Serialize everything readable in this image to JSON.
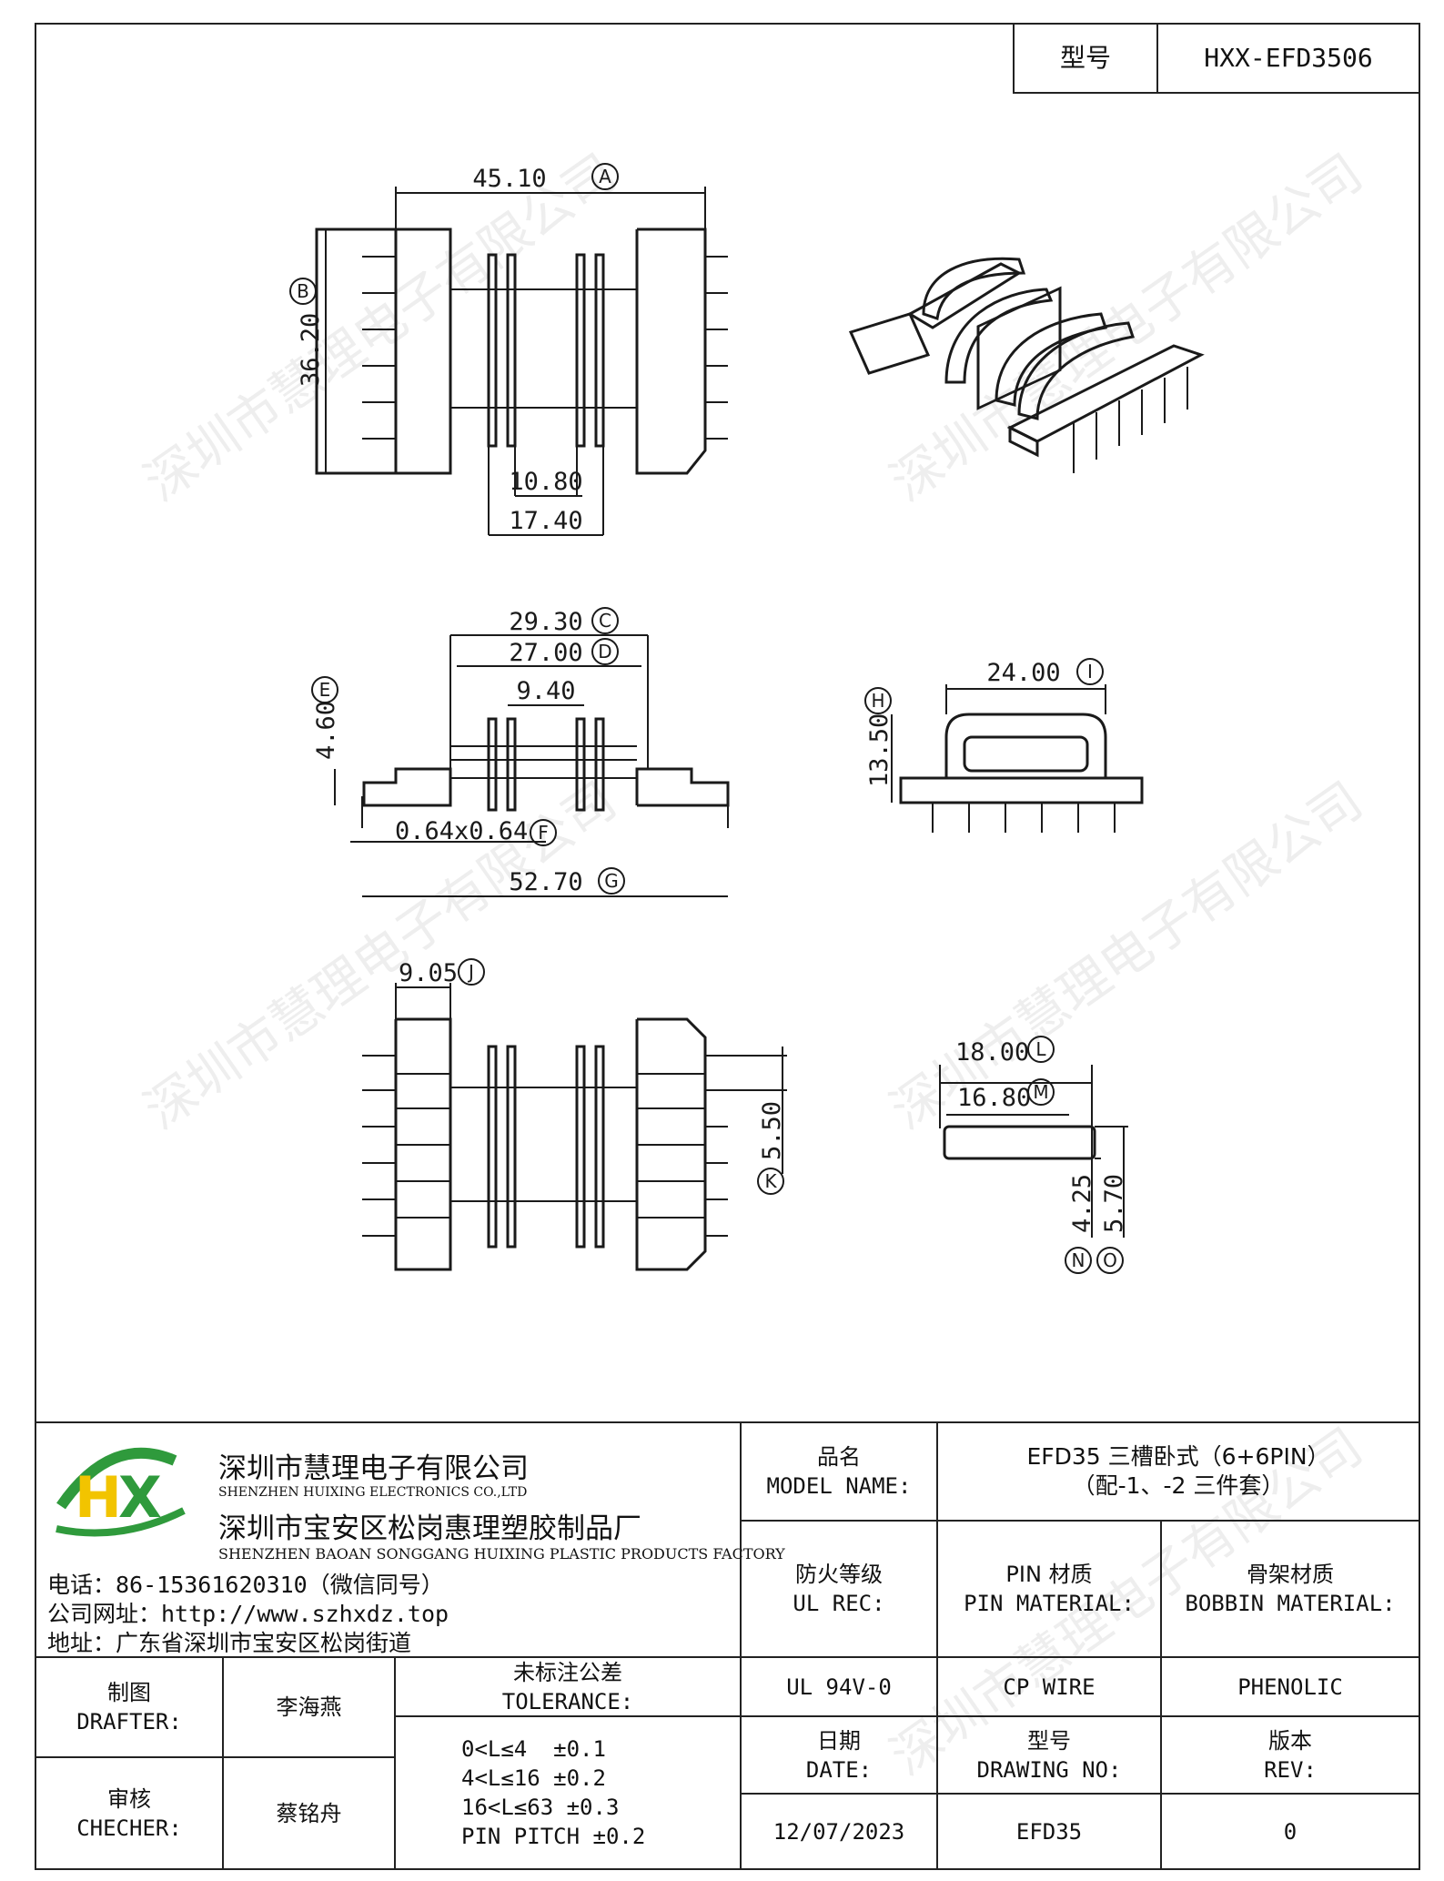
{
  "header": {
    "model_label": "型号",
    "model_value": "HXX-EFD3506"
  },
  "dimensions": {
    "A": {
      "value": "45.10",
      "letter": "A"
    },
    "B": {
      "value": "36.20",
      "letter": "B"
    },
    "w1": {
      "value": "10.80"
    },
    "w2": {
      "value": "17.40"
    },
    "C": {
      "value": "29.30",
      "letter": "C"
    },
    "D": {
      "value": "27.00",
      "letter": "D"
    },
    "w3": {
      "value": "9.40"
    },
    "E": {
      "value": "4.60",
      "letter": "E"
    },
    "F": {
      "value": "0.64x0.64",
      "letter": "F"
    },
    "G": {
      "value": "52.70",
      "letter": "G"
    },
    "H": {
      "value": "13.50",
      "letter": "H"
    },
    "I": {
      "value": "24.00",
      "letter": "I"
    },
    "J": {
      "value": "9.05",
      "letter": "J"
    },
    "K": {
      "value": "5.50",
      "letter": "K"
    },
    "L": {
      "value": "18.00",
      "letter": "L"
    },
    "M": {
      "value": "16.80",
      "letter": "M"
    },
    "N": {
      "value": "4.25",
      "letter": "N"
    },
    "O": {
      "value": "5.70",
      "letter": "O"
    }
  },
  "watermark": "深圳市慧理电子有限公司",
  "company": {
    "logo_text": "HX",
    "name_cn": "深圳市慧理电子有限公司",
    "name_en": "SHENZHEN HUIXING ELECTRONICS CO.,LTD",
    "factory_cn": "深圳市宝安区松岗惠理塑胶制品厂",
    "factory_en": "SHENZHEN BAOAN SONGGANG HUIXING PLASTIC PRODUCTS FACTORY",
    "phone": "电话：86-15361620310（微信同号）",
    "website": "公司网址：http://www.szhxdz.top",
    "address": "地址：广东省深圳市宝安区松岗街道"
  },
  "title_block": {
    "model_name_label_cn": "品名",
    "model_name_label_en": "MODEL NAME:",
    "model_name_value_1": "EFD35 三槽卧式（6+6PIN）",
    "model_name_value_2": "（配-1、-2 三件套）",
    "ul_label_cn": "防火等级",
    "ul_label_en": "UL REC:",
    "pin_label_cn": "PIN 材质",
    "pin_label_en": "PIN MATERIAL:",
    "bobbin_label_cn": "骨架材质",
    "bobbin_label_en": "BOBBIN MATERIAL:",
    "ul_value": "UL 94V-0",
    "pin_value": "CP WIRE",
    "bobbin_value": "PHENOLIC",
    "drafter_cn": "制图",
    "drafter_en": "DRAFTER:",
    "drafter_name": "李海燕",
    "checker_cn": "审核",
    "checker_en": "CHECHER:",
    "checker_name": "蔡铭舟",
    "tolerance_cn": "未标注公差",
    "tolerance_en": "TOLERANCE:",
    "tolerance_lines": [
      "0<L≤4  ±0.1",
      "4<L≤16 ±0.2",
      "16<L≤63 ±0.3",
      "PIN PITCH ±0.2"
    ],
    "date_cn": "日期",
    "date_en": "DATE:",
    "date_value": "12/07/2023",
    "drawing_cn": "型号",
    "drawing_en": "DRAWING NO:",
    "drawing_value": "EFD35",
    "rev_cn": "版本",
    "rev_en": "REV:",
    "rev_value": "0"
  },
  "colors": {
    "logo_green": "#2f9a3c",
    "logo_yellow": "#f2c400",
    "line": "#1a1a1a"
  }
}
